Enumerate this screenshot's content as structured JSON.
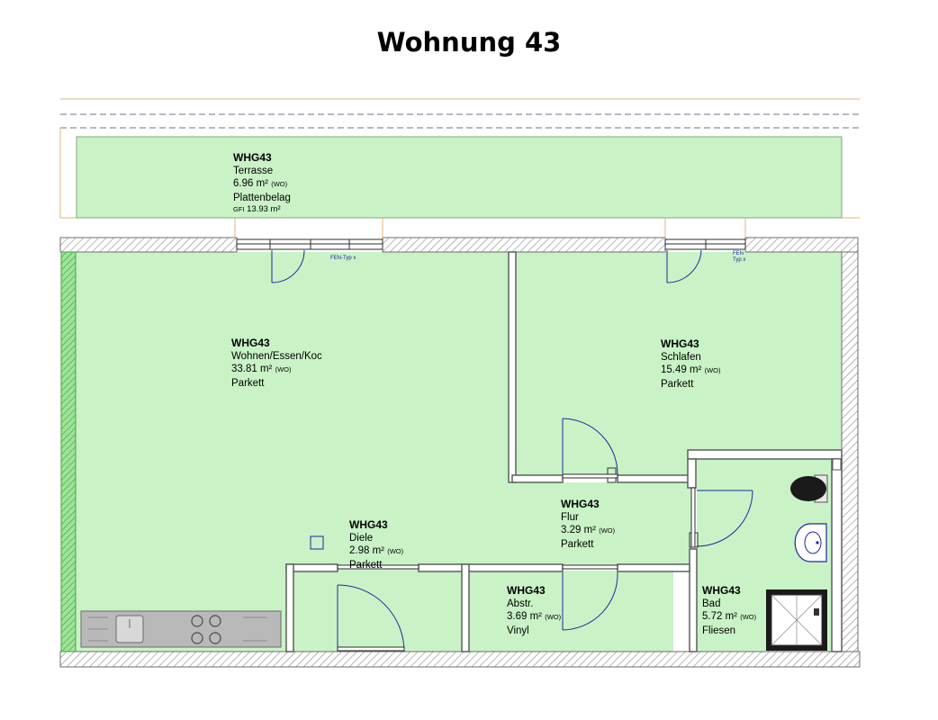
{
  "title": "Wohnung 43",
  "colors": {
    "room_fill": "#c9f3c6",
    "wall": "#8a8a8a",
    "door": "#1a2aa0",
    "guide_line": "#e2b47a"
  },
  "rooms": [
    {
      "id": "terrasse",
      "code": "WHG43",
      "name": "Terrasse",
      "area": "6.96 m²",
      "area_tag": "(WO)",
      "floor": "Plattenbelag",
      "gfi_prefix": "GFI",
      "gfi": "13.93 m²"
    },
    {
      "id": "wohnen",
      "code": "WHG43",
      "name": "Wohnen/Essen/Koc",
      "area": "33.81 m²",
      "area_tag": "(WO)",
      "floor": "Parkett"
    },
    {
      "id": "schlafen",
      "code": "WHG43",
      "name": "Schlafen",
      "area": "15.49 m²",
      "area_tag": "(WO)",
      "floor": "Parkett"
    },
    {
      "id": "flur",
      "code": "WHG43",
      "name": "Flur",
      "area": "3.29 m²",
      "area_tag": "(WO)",
      "floor": "Parkett"
    },
    {
      "id": "diele",
      "code": "WHG43",
      "name": "Diele",
      "area": "2.98 m²",
      "area_tag": "(WO)",
      "floor": "Parkett"
    },
    {
      "id": "abstr",
      "code": "WHG43",
      "name": "Abstr.",
      "area": "3.69 m²",
      "area_tag": "(WO)",
      "floor": "Vinyl"
    },
    {
      "id": "bad",
      "code": "WHG43",
      "name": "Bad",
      "area": "5.72 m²",
      "area_tag": "(WO)",
      "floor": "Fliesen"
    }
  ],
  "window_tags": [
    "FEN-Typ x",
    "FEN",
    "Typ x"
  ]
}
